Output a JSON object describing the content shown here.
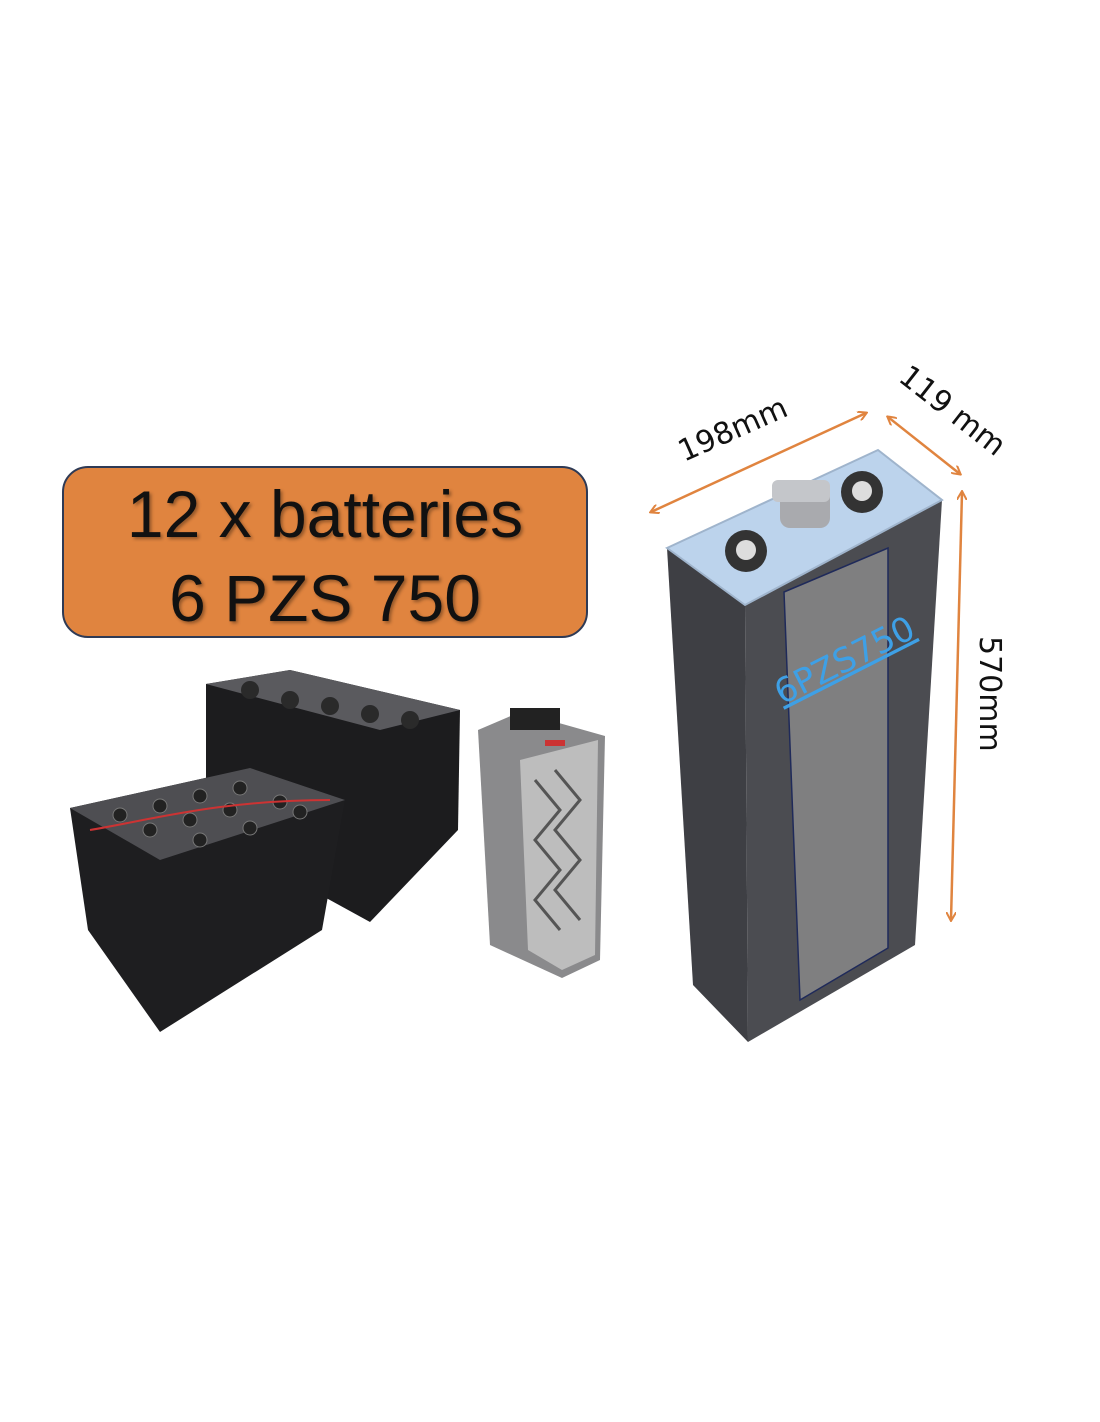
{
  "badge": {
    "line1": "12 x batteries",
    "line2": "6 PZS 750"
  },
  "cell": {
    "model_label": "6PZS750",
    "width_label": "198mm",
    "depth_label": "119 mm",
    "height_label": "570mm"
  },
  "colors": {
    "badge": "#e0843f",
    "arrow": "#e0843f",
    "model_text": "#3ea0e6",
    "cell_lid": "#bcd3ec",
    "cell_body": "#4a4b50"
  }
}
